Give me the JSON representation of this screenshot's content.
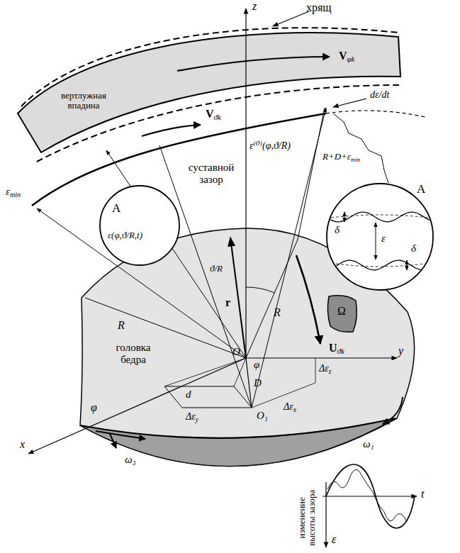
{
  "diagram": {
    "nodes": [
      {
        "text": [
          "A",
          "ε(φ,ϑ/R,t)"
        ]
      },
      {
        "text": [
          "A",
          "δ",
          "ε",
          "δ"
        ]
      },
      {
        "text": [
          "Ω"
        ]
      }
    ],
    "labels": [
      "хрящ",
      "Vφk",
      "вертлужная впадина",
      "Vϑk",
      "dε/dt",
      "ε⁽⁰⁾(φ,ϑ/R)",
      "суставной зазор",
      "R+D+εmin",
      "εmin",
      "ϑ/R",
      "r",
      "R",
      "R",
      "головка бедра",
      "Uϑk",
      "z",
      "y",
      "O",
      "φ",
      "Δεz",
      "D",
      "d",
      "Δεy",
      "Δεx",
      "O₁",
      "x",
      "φ",
      "ω₁",
      "ω₃",
      "t",
      "изменение высоты зазора",
      "ε"
    ]
  }
}
